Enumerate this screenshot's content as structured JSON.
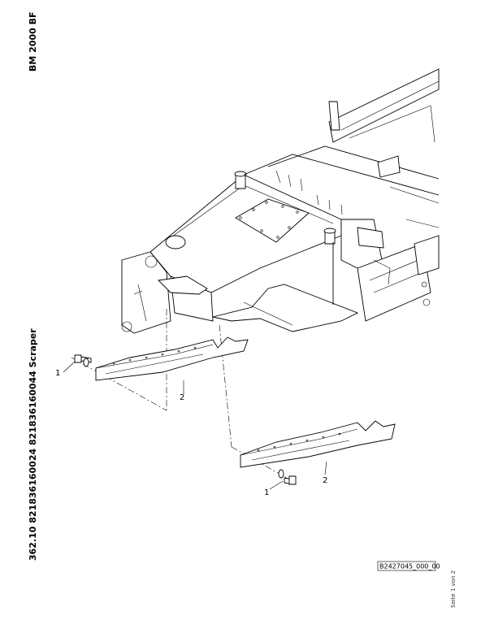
{
  "header": {
    "model": "BM 2000 BF",
    "title": "362.10 821836160024 821836160044 Scraper"
  },
  "footer": {
    "drawing_number": "B2427045_000_00",
    "sheet": "Seite 1 von 2"
  },
  "callouts": [
    "1",
    "2",
    "2",
    "1"
  ]
}
